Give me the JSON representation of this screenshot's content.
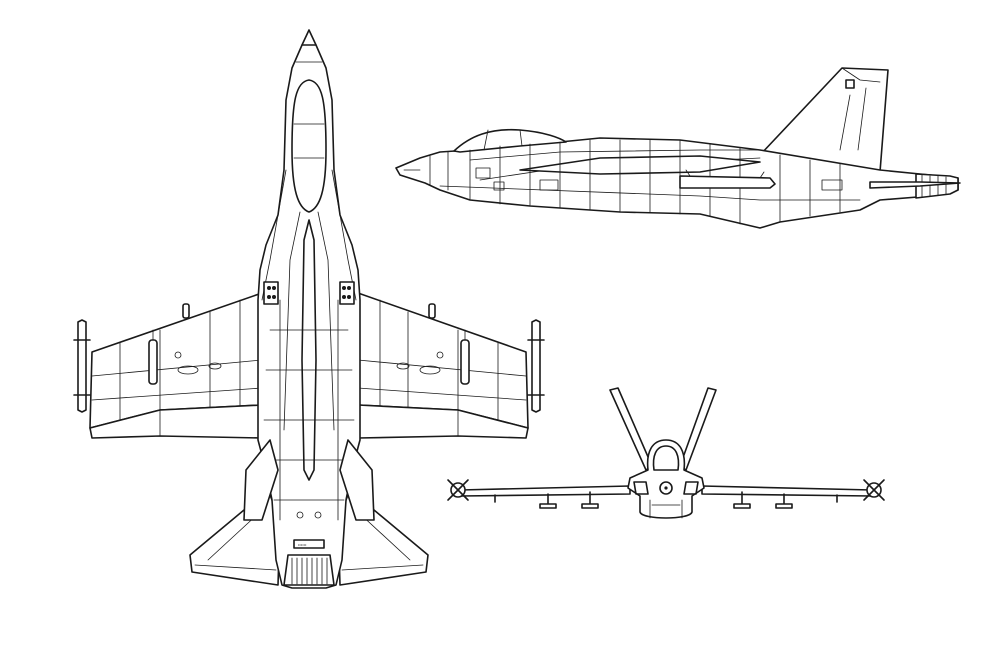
{
  "figure": {
    "views": [
      {
        "id": "top-view"
      },
      {
        "id": "side-view"
      },
      {
        "id": "front-view"
      }
    ],
    "colors": {
      "background": "#ffffff",
      "line": "#1a1a1a"
    }
  }
}
